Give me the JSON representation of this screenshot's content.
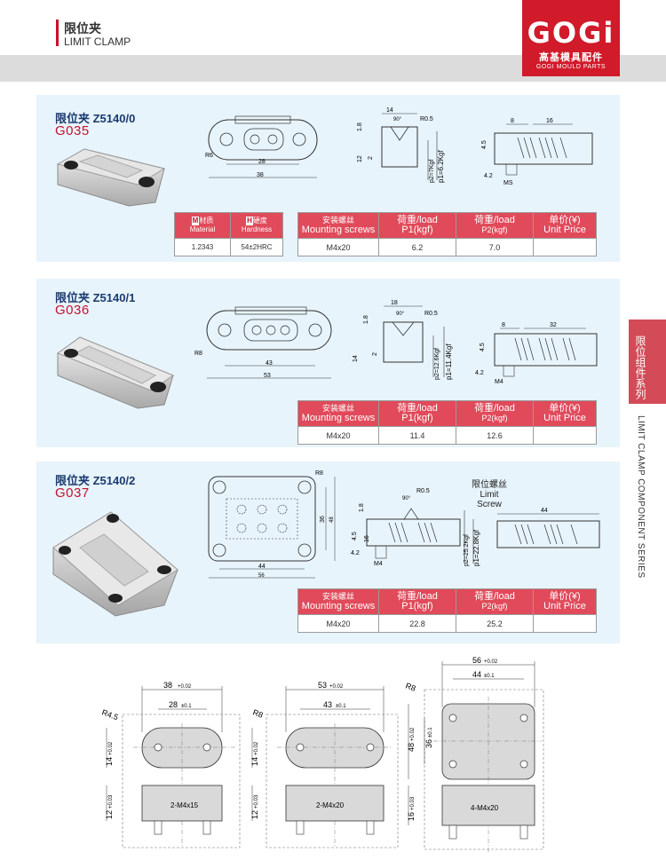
{
  "header": {
    "title_cn": "限位夹",
    "title_en": "LIMIT CLAMP"
  },
  "logo": {
    "word": "GOGi",
    "cn": "高基模具配件",
    "en": "GOGI MOULD PARTS"
  },
  "side": {
    "cn": "限位组件系列",
    "en": "LIMIT CLAMP COMPONENT SERIES"
  },
  "colors": {
    "accent": "#d11a2a",
    "panel": "#e8f4fb",
    "table_header": "#e04a5a"
  },
  "material_table": {
    "material_icon": "M",
    "material_cn": "材质",
    "material_en": "Material",
    "hardness_icon": "H",
    "hardness_cn": "硬度",
    "hardness_en": "Hardness",
    "material_value": "1.2343",
    "hardness_value": "54±2HRC"
  },
  "spec_headers": {
    "screw_cn": "安装螺丝",
    "screw_en": "Mounting screws",
    "p1_cn": "荷重/load",
    "p1_en": "P1(kgf)",
    "p2_cn": "荷重/load",
    "p2_en": "P2(kgf)",
    "price_cn": "单价(¥)",
    "price_en": "Unit Price"
  },
  "products": [
    {
      "title": "限位夹  Z5140/0",
      "code": "G035",
      "screw": "M4x20",
      "p1": "6.2",
      "p2": "7.0",
      "price": "",
      "dims": {
        "r": "R6",
        "l1": "28",
        "l2": "38",
        "w": "14",
        "h": "12",
        "t": "1.8",
        "ang": "90°",
        "r2": "R0.5",
        "p2lbl": "p2=7Kgf",
        "p1lbl": "p1=6.2Kgf",
        "d": "8",
        "d2": "16",
        "d3": "4.2",
        "ms": "MS",
        "d4": "4.5",
        "h2": "2"
      }
    },
    {
      "title": "限位夹  Z5140/1",
      "code": "G036",
      "screw": "M4x20",
      "p1": "11.4",
      "p2": "12.6",
      "price": "",
      "dims": {
        "r": "R8",
        "l1": "43",
        "l2": "53",
        "w": "18",
        "h": "14",
        "t": "1.8",
        "ang": "90°",
        "r2": "R0.5",
        "p2lbl": "p2=12.6Kgf",
        "p1lbl": "p1=11.4Kgf",
        "d": "8",
        "d2": "32",
        "d3": "4.2",
        "ms": "M4",
        "d4": "4.5",
        "h2": "2"
      }
    },
    {
      "title": "限位夹  Z5140/2",
      "code": "G037",
      "screw": "M4x20",
      "p1": "22.8",
      "p2": "25.2",
      "price": "",
      "dims": {
        "r": "R8",
        "l1": "44",
        "l2": "56",
        "w": "48",
        "w2": "36",
        "h": "16",
        "t": "1.8",
        "ang": "90°",
        "r2": "R0.5",
        "p2lbl": "p2=25.2Kgf",
        "p1lbl": "p1=22.8Kgf",
        "d3": "4.2",
        "ms": "M4",
        "d4": "4.5",
        "d5": "44",
        "limit_cn": "限位螺丝",
        "limit_en": "Limit Screw"
      }
    }
  ],
  "bottom": [
    {
      "a": "38",
      "a_tol": "+0.02",
      "b": "28",
      "b_tol": "±0.1",
      "r": "R4.5",
      "h": "14",
      "h_tol": "+0.02",
      "t": "12",
      "t_tol": "+0.03",
      "screw": "2-M4x15"
    },
    {
      "a": "53",
      "a_tol": "+0.02",
      "b": "43",
      "b_tol": "±0.1",
      "r": "R8",
      "h": "14",
      "h_tol": "+0.02",
      "t": "12",
      "t_tol": "+0.03",
      "screw": "2-M4x20"
    },
    {
      "a": "56",
      "a_tol": "+0.02",
      "b": "44",
      "b_tol": "±0.1",
      "r": "R8",
      "h": "48",
      "h_tol": "+0.02",
      "h2": "36",
      "h2_tol": "±0.1",
      "t": "16",
      "t_tol": "+0.03",
      "screw": "4-M4x20"
    }
  ]
}
